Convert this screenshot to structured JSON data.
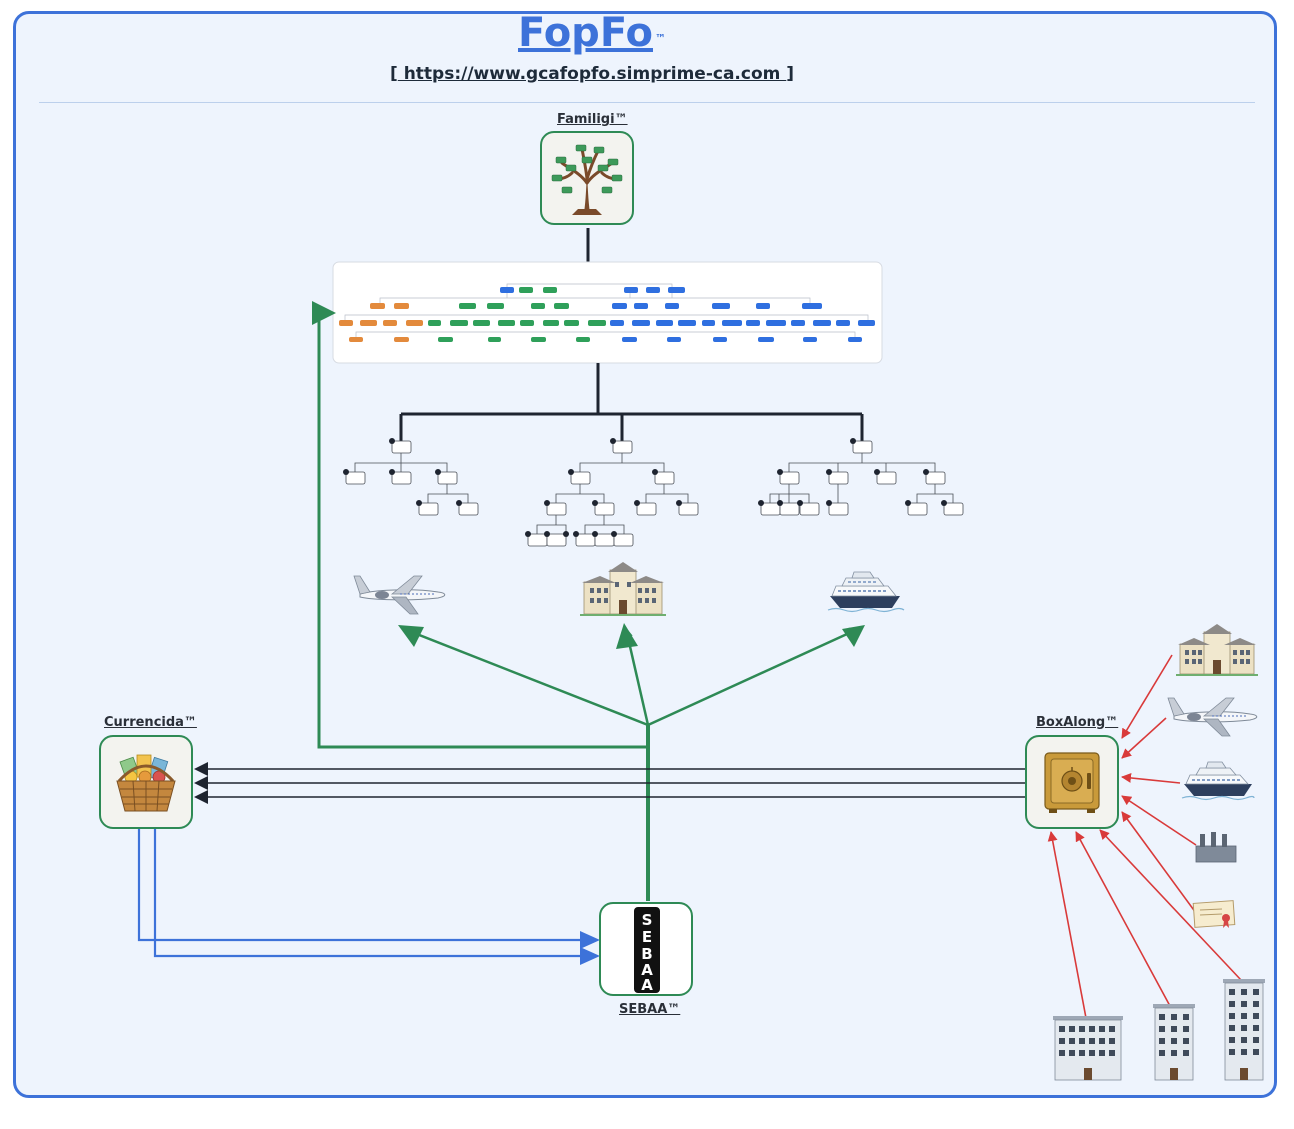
{
  "header": {
    "title": "FopFo",
    "title_mark": "™",
    "url_prefix": "[",
    "url": " https://www.gcafopfo.simprime-ca.com ",
    "url_suffix": "]"
  },
  "nodes": {
    "familigi": {
      "label": "Familigi™",
      "icon": "family-tree-icon"
    },
    "currencida": {
      "label": "Currencida™",
      "icon": "currency-basket-icon"
    },
    "boxalong": {
      "label": "BoxAlong™",
      "icon": "safe-icon"
    },
    "sebaa": {
      "label": "SEBAA™",
      "icon": "sebaa-logo-icon",
      "logo_letters": [
        "S",
        "E",
        "B",
        "A",
        "A"
      ]
    }
  },
  "assets": {
    "center": [
      "airplane-icon",
      "mansion-icon",
      "yacht-icon"
    ],
    "boxalong_inputs": [
      "mansion-icon",
      "airplane-icon",
      "yacht-icon",
      "factory-icon",
      "certificate-icon",
      "office-building-icon",
      "office-building-icon",
      "office-building-icon"
    ]
  },
  "colors": {
    "frame": "#3d72d9",
    "title": "#3d72d9",
    "green_flow": "#2e8a55",
    "red_flow": "#d93a3a",
    "blue_flow": "#3d72d9",
    "black_flow": "#1e2430",
    "tree_orange": "#e38a3c",
    "tree_green": "#2fa05a",
    "tree_blue": "#2f6fe0"
  }
}
